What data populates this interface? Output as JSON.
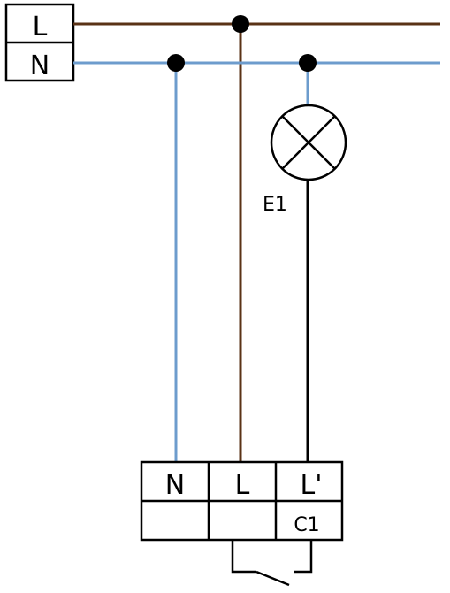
{
  "colors": {
    "live_wire": "#5a3215",
    "neutral_wire": "#6d9ccd",
    "switched_wire": "#000000",
    "outline": "#000000",
    "background": "#ffffff"
  },
  "supply_terminal": {
    "top_label": "L",
    "bottom_label": "N"
  },
  "lamp": {
    "label": "E1",
    "icon": "lamp-icon"
  },
  "switch_terminal": {
    "labels": [
      "N",
      "L",
      "L'"
    ],
    "contact_label": "C1",
    "icon": "switch-contact-icon"
  }
}
